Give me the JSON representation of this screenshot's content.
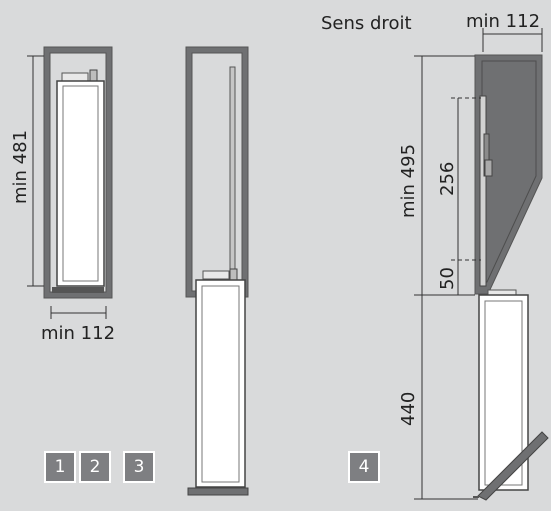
{
  "title": "Sens droit",
  "dimensions": {
    "fig1_height": "min 481",
    "fig1_width": "min 112",
    "fig4_width": "min 112",
    "fig4_cabinet_height": "min 495",
    "fig4_top_offset": "256",
    "fig4_gap": "50",
    "fig4_lower_height": "440"
  },
  "steps": [
    "1",
    "2",
    "3",
    "4"
  ],
  "colors": {
    "background": "#d9dadb",
    "frame": "#6f7072",
    "panel": "#ffffff",
    "step_box": "#7e7f82"
  }
}
